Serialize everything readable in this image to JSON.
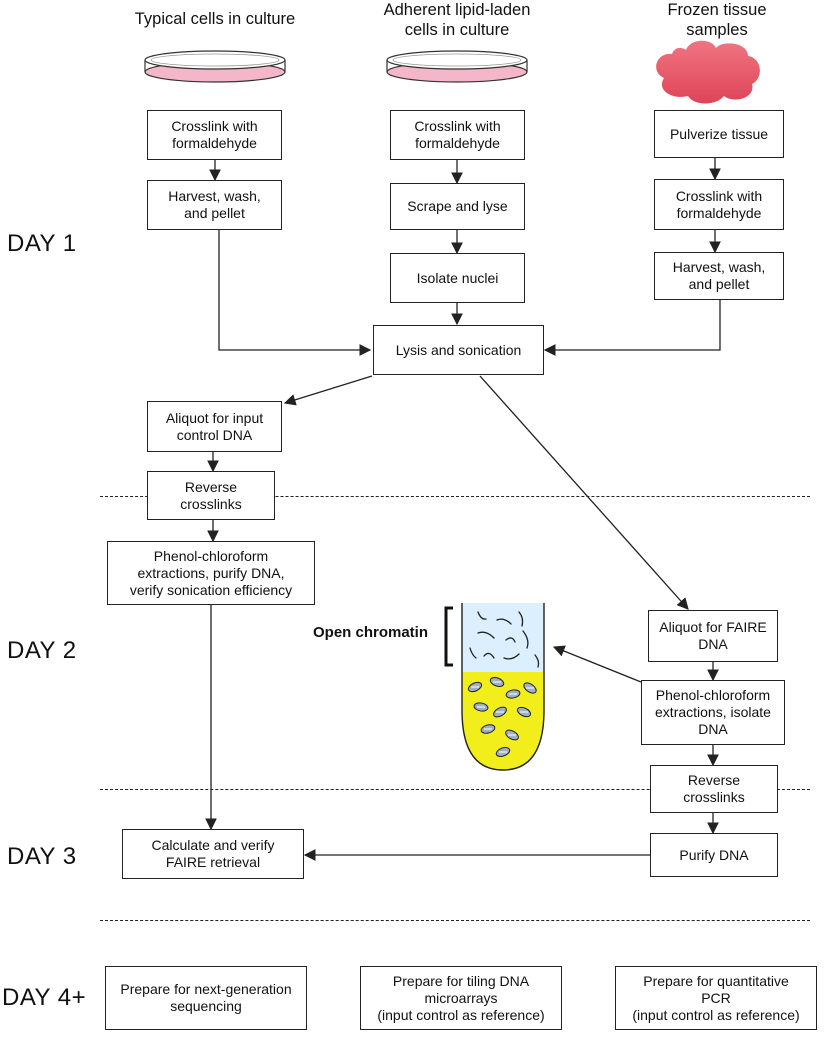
{
  "sources": {
    "typical": "Typical cells in culture",
    "adherent": "Adherent lipid-laden\ncells in culture",
    "frozen": "Frozen tissue\nsamples"
  },
  "days": {
    "day1": "DAY 1",
    "day2": "DAY 2",
    "day3": "DAY 3",
    "day4": "DAY 4+"
  },
  "steps": {
    "c1_crosslink": "Crosslink with\nformaldehyde",
    "c1_harvest": "Harvest, wash,\nand pellet",
    "c2_crosslink": "Crosslink with\nformaldehyde",
    "c2_scrape": "Scrape and lyse",
    "c2_isolate": "Isolate nuclei",
    "c3_pulverize": "Pulverize tissue",
    "c3_crosslink": "Crosslink with\nformaldehyde",
    "c3_harvest": "Harvest, wash,\nand pellet",
    "lysis": "Lysis and sonication",
    "aliquot_input": "Aliquot for input\ncontrol DNA",
    "reverse_left": "Reverse\ncrosslinks",
    "phenol_left": "Phenol-chloroform\nextractions, purify DNA,\nverify sonication efficiency",
    "aliquot_faire": "Aliquot for FAIRE\nDNA",
    "phenol_right": "Phenol-chloroform\nextractions, isolate\nDNA",
    "reverse_right": "Reverse\ncrosslinks",
    "purify": "Purify DNA",
    "calculate": "Calculate and verify\nFAIRE retrieval",
    "prep_ngs": "Prepare for next-generation\nsequencing",
    "prep_tiling": "Prepare for tiling DNA\nmicroarrays\n(input control as reference)",
    "prep_qpcr": "Prepare for quantitative\nPCR\n(input control as reference)"
  },
  "open_chromatin_label": "Open chromatin",
  "colors": {
    "dish_fill": "#f3b7c9",
    "tissue_fill": "#e85466",
    "tube_top": "#dcefff",
    "tube_liquid": "#f2ee1b",
    "line": "#222222"
  }
}
